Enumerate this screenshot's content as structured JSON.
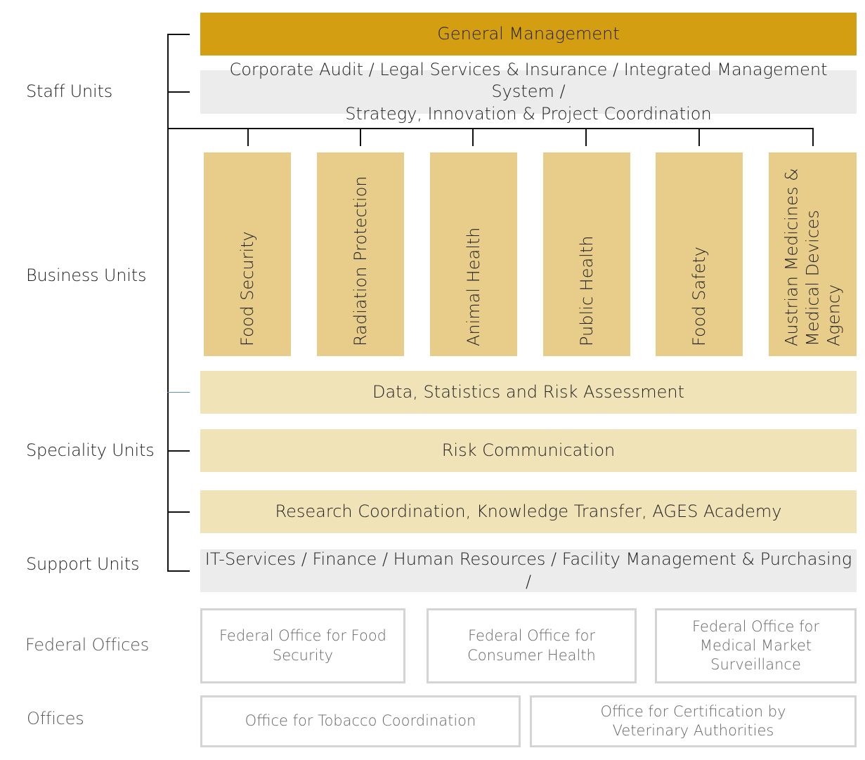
{
  "left_labels": {
    "staff": "Staff Units",
    "business": "Business Units",
    "speciality": "Speciality Units",
    "support": "Support Units",
    "federal": "Federal Offices",
    "offices": "Offices"
  },
  "general_management": "General Management",
  "staff_units": {
    "line1": "Corporate Audit / Legal Services & Insurance / Integrated Management System /",
    "line2": "Strategy, Innovation & Project Coordination"
  },
  "business_units": [
    {
      "label": "Food Security"
    },
    {
      "label": "Radiation Protection"
    },
    {
      "label": "Animal Health"
    },
    {
      "label": "Public Health"
    },
    {
      "label": "Food Safety"
    },
    {
      "label": "Austrian Medicines & Medical Devices Agency"
    }
  ],
  "speciality_units": [
    "Data, Statistics and Risk Assessment",
    "Risk Communication",
    "Research Coordination, Knowledge Transfer, AGES Academy"
  ],
  "support_units": "IT-Services / Finance / Human Resources / Facility Management & Purchasing /",
  "federal_offices": [
    "Federal Office for Food Security",
    "Federal Office for Consumer Health",
    "Federal Office for Medical Market Surveillance"
  ],
  "offices": [
    "Office for Tobacco Coordination",
    "Office for Certification by Veterinary Authorities"
  ],
  "colors": {
    "general_management": "#d49e12",
    "business_unit": "#e8cd8a",
    "speciality_unit": "#f1e3b8",
    "grey_unit": "#ececec",
    "office_border": "#d4d4d4",
    "connector": "#111111",
    "accent_connector": "#5b8fc7"
  }
}
